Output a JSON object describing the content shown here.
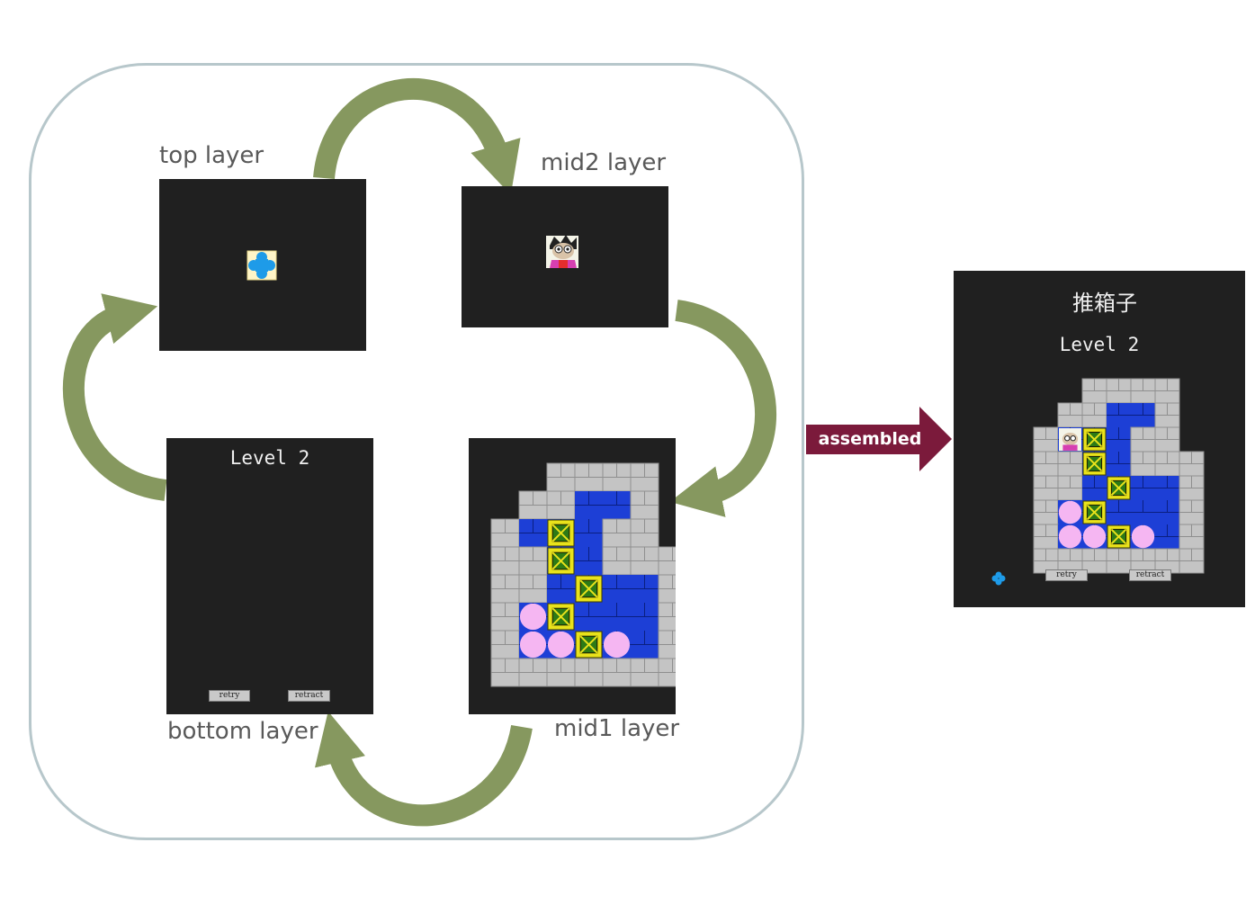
{
  "labels": {
    "top": "top layer",
    "mid2": "mid2 layer",
    "bottom": "bottom layer",
    "mid1": "mid1 layer",
    "assembled": "assembled"
  },
  "bottom_panel": {
    "level": "Level 2",
    "retry": "retry",
    "retract": "retract"
  },
  "assembled_panel": {
    "title": "推箱子",
    "level": "Level 2",
    "retry": "retry",
    "retract": "retract"
  },
  "colors": {
    "cycle_arrow": "#86985f",
    "assembled_arrow": "#7b1a3b",
    "panel_bg": "#202020",
    "frame": "#b7c7cb",
    "wall": "#c4c4c4",
    "floor": "#1d3fd6",
    "box": "#e9e21b",
    "goal": "#f5b6f2"
  },
  "icons": [
    "target-cross-icon",
    "pusher-character-icon",
    "box-icon",
    "goal-circle-icon",
    "brick-wall-icon"
  ]
}
